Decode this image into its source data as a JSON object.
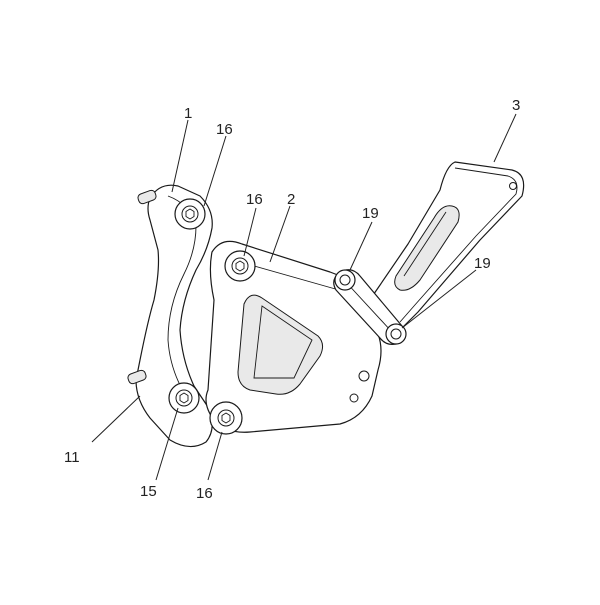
{
  "diagram": {
    "callouts": [
      {
        "id": "c1",
        "label": "1"
      },
      {
        "id": "c16a",
        "label": "16"
      },
      {
        "id": "c16b",
        "label": "16"
      },
      {
        "id": "c2",
        "label": "2"
      },
      {
        "id": "c3",
        "label": "3"
      },
      {
        "id": "c19a",
        "label": "19"
      },
      {
        "id": "c19b",
        "label": "19"
      },
      {
        "id": "c11",
        "label": "11"
      },
      {
        "id": "c15",
        "label": "15"
      },
      {
        "id": "c16c",
        "label": "16"
      }
    ]
  }
}
